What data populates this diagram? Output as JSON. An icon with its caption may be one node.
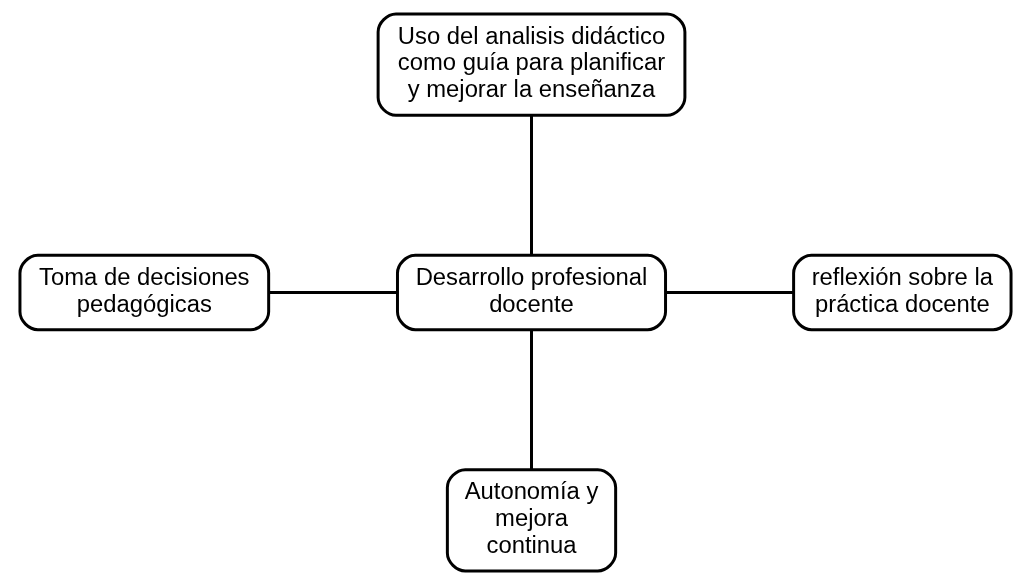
{
  "diagram": {
    "nodes": [
      {
        "text": [
          "Uso del analisis didáctico como guía para planificar y mejorar la enseñanza"
        ]
      },
      {
        "text": [
          "Toma de decisiones pedagógicas"
        ]
      },
      {
        "text": [
          "Desarrollo profesional docente"
        ]
      },
      {
        "text": [
          "reflexión sobre la práctica docente"
        ]
      },
      {
        "text": [
          "Autonomía y mejora continua"
        ]
      }
    ],
    "edges": [
      {
        "from": 0,
        "to": 2,
        "arrow": "none"
      },
      {
        "from": 1,
        "to": 2,
        "arrow": "none"
      },
      {
        "from": 2,
        "to": 3,
        "arrow": "none"
      },
      {
        "from": 2,
        "to": 4,
        "arrow": "none"
      }
    ]
  }
}
